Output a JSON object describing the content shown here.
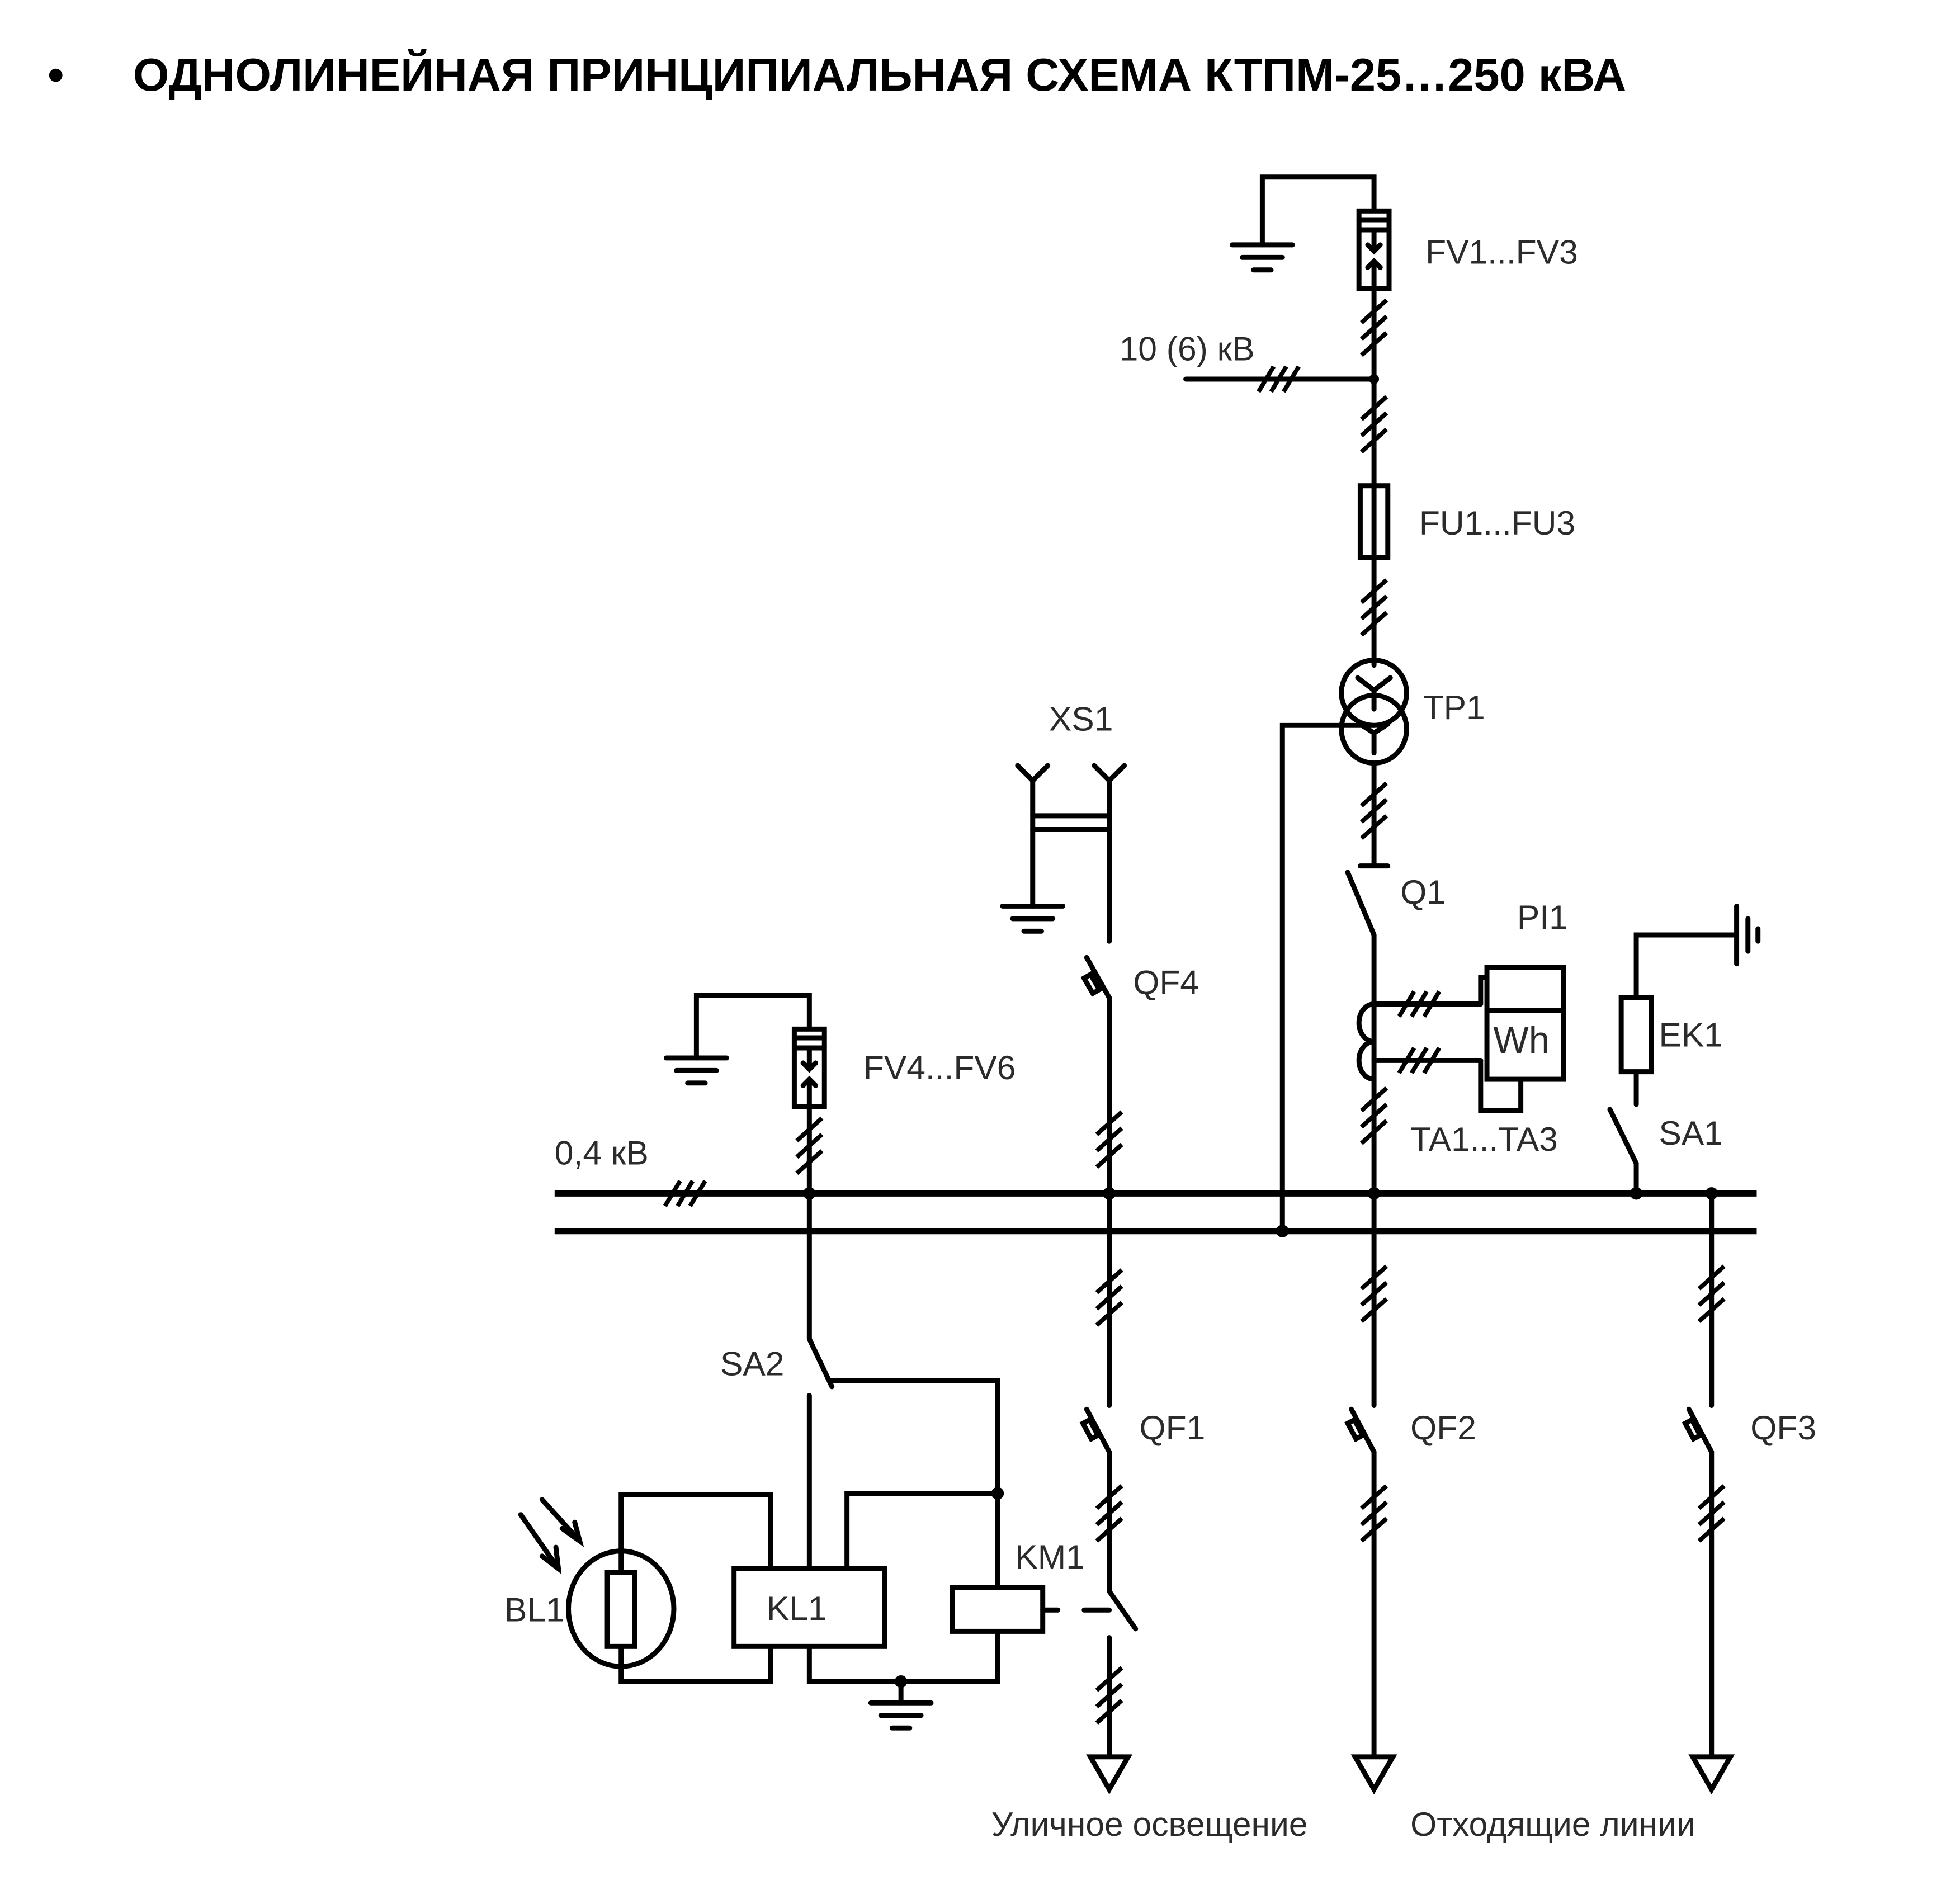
{
  "title": {
    "bullet": "•",
    "text": "ОДНОЛИНЕЙНАЯ ПРИНЦИПИАЛЬНАЯ СХЕМА КТПМ-25…250 кВА"
  },
  "voltages": {
    "hv": "10 (6) кВ",
    "lv": "0,4 кВ"
  },
  "components": {
    "fv_hv": "FV1...FV3",
    "fu": "FU1...FU3",
    "tp": "TP1",
    "q1": "Q1",
    "pi": "PI1",
    "wh": "Wh",
    "ta": "TA1...TA3",
    "ek": "EK1",
    "sa1": "SA1",
    "xs": "XS1",
    "qf4": "QF4",
    "fv_lv": "FV4...FV6",
    "sa2": "SA2",
    "bl": "BL1",
    "kl": "KL1",
    "km": "KM1",
    "qf1": "QF1",
    "qf2": "QF2",
    "qf3": "QF3"
  },
  "outputs": {
    "street_lighting": "Уличное освещение",
    "outgoing_lines": "Отходящие линии"
  }
}
